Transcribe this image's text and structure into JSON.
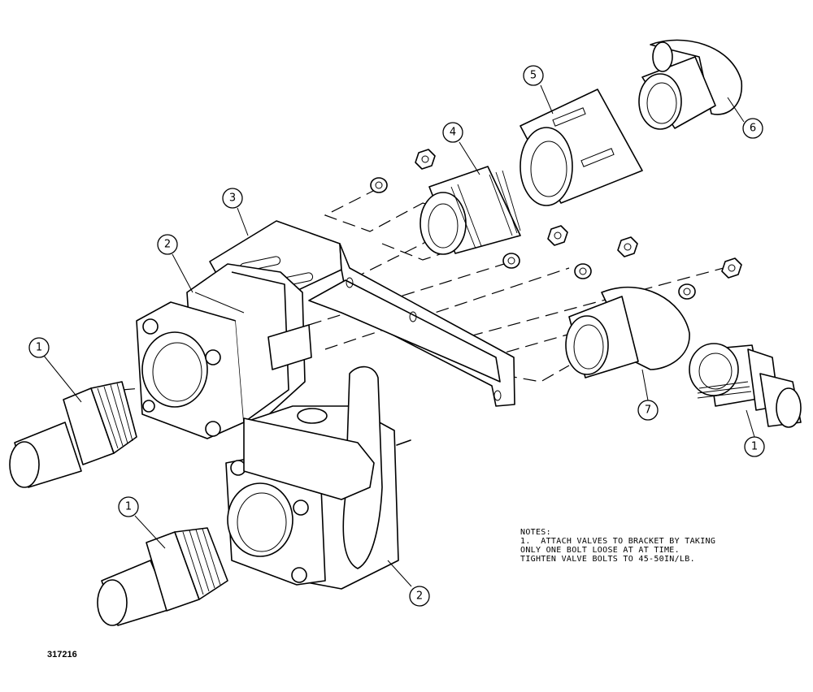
{
  "callouts": [
    {
      "id": "callout-1-left-upper",
      "label": "1"
    },
    {
      "id": "callout-1-left-lower",
      "label": "1"
    },
    {
      "id": "callout-1-right",
      "label": "1"
    },
    {
      "id": "callout-2-upper",
      "label": "2"
    },
    {
      "id": "callout-2-lower",
      "label": "2"
    },
    {
      "id": "callout-3",
      "label": "3"
    },
    {
      "id": "callout-4",
      "label": "4"
    },
    {
      "id": "callout-5",
      "label": "5"
    },
    {
      "id": "callout-6",
      "label": "6"
    },
    {
      "id": "callout-7",
      "label": "7"
    }
  ],
  "notes": {
    "heading": "NOTES:",
    "line1": "1.  ATTACH VALVES TO BRACKET BY TAKING",
    "line2": "ONLY ONE BOLT LOOSE AT AT TIME.",
    "line3": "TIGHTEN VALVE BOLTS TO 45-50IN/LB."
  },
  "figure_id": "317216"
}
